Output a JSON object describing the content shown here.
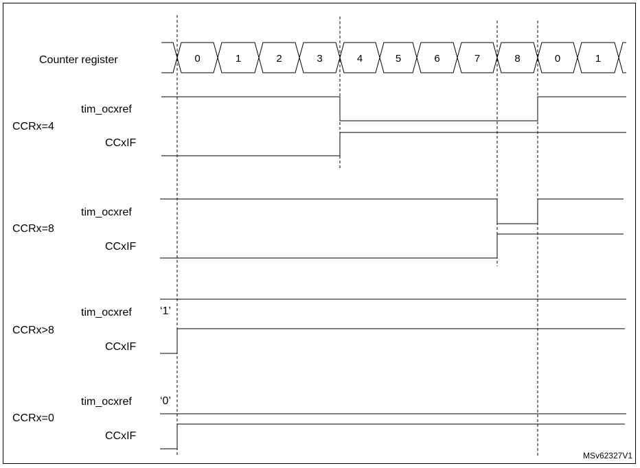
{
  "counter": {
    "label": "Counter register",
    "values": [
      "0",
      "1",
      "2",
      "3",
      "4",
      "5",
      "6",
      "7",
      "8",
      "0",
      "1"
    ]
  },
  "groups": [
    {
      "label": "CCRx=4",
      "ref_signal": "tim_ocxref",
      "flag_signal": "CCxIF",
      "initial_level": ""
    },
    {
      "label": "CCRx=8",
      "ref_signal": "tim_ocxref",
      "flag_signal": "CCxIF",
      "initial_level": ""
    },
    {
      "label": "CCRx>8",
      "ref_signal": "tim_ocxref",
      "flag_signal": "CCxIF",
      "initial_level": "‘1’"
    },
    {
      "label": "CCRx=0",
      "ref_signal": "tim_ocxref",
      "flag_signal": "CCxIF",
      "initial_level": "‘0’"
    }
  ],
  "reference": "MSv62327V1"
}
